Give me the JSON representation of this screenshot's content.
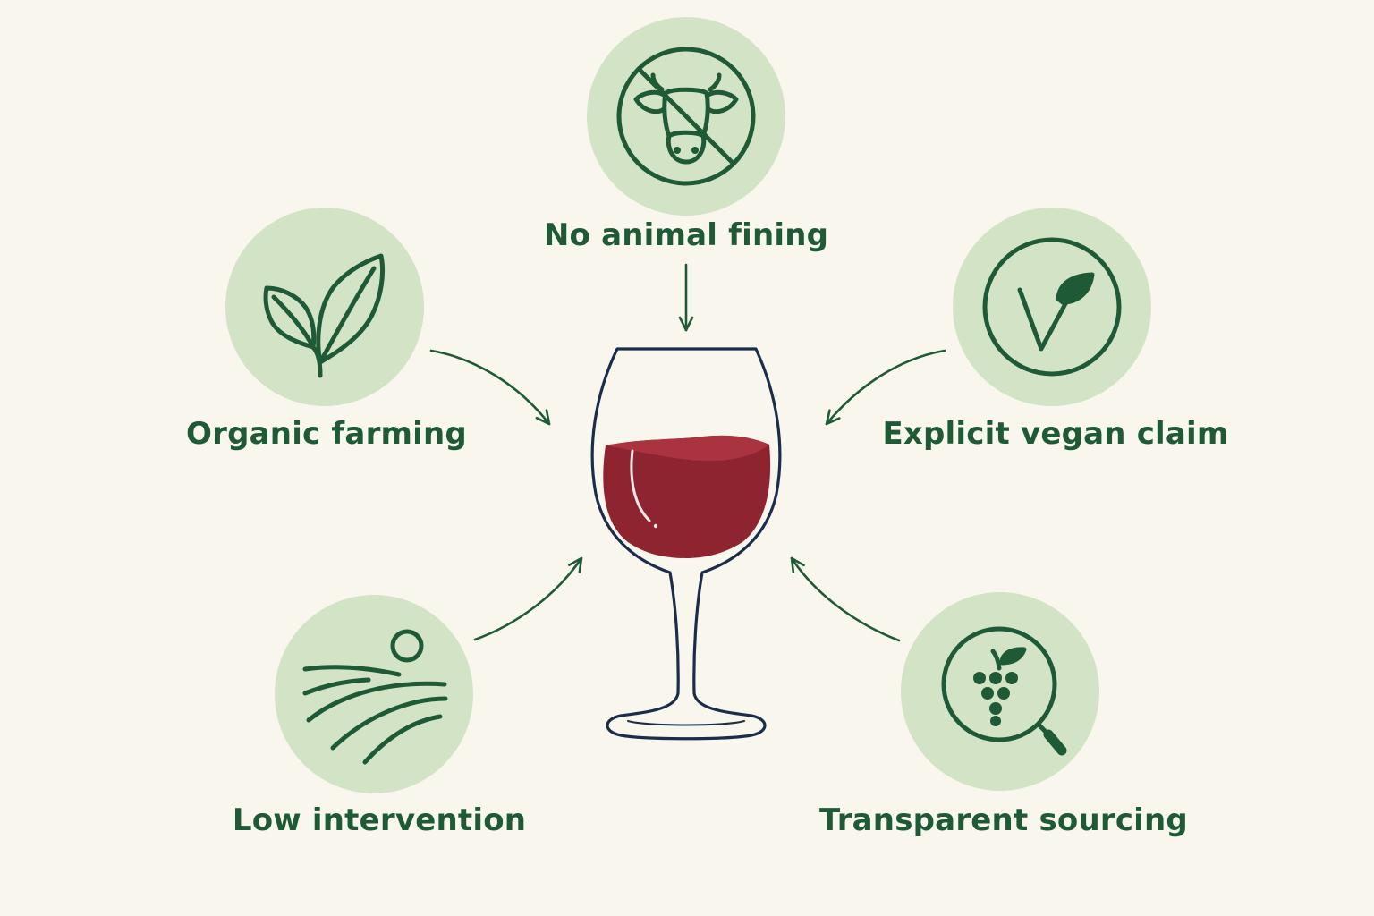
{
  "colors": {
    "background": "#f9f6ee",
    "circle_fill": "#d3e3c6",
    "icon_stroke": "#1f5a37",
    "arrow": "#1f5a37",
    "glass_outline": "#1c2d4a",
    "wine": "#8e2430",
    "wine_top": "#a9343f"
  },
  "nodes": {
    "no_animal_fining": {
      "label": "No animal fining",
      "icon": "crossed-out-cow-icon"
    },
    "organic_farming": {
      "label": "Organic farming",
      "icon": "leaf-sprout-icon"
    },
    "explicit_vegan_claim": {
      "label": "Explicit vegan claim",
      "icon": "vegan-v-leaf-icon"
    },
    "low_intervention": {
      "label": "Low intervention",
      "icon": "sun-over-fields-icon"
    },
    "transparent_sourcing": {
      "label": "Transparent sourcing",
      "icon": "grapes-magnifier-icon"
    }
  },
  "center": {
    "icon": "red-wine-glass-icon"
  }
}
